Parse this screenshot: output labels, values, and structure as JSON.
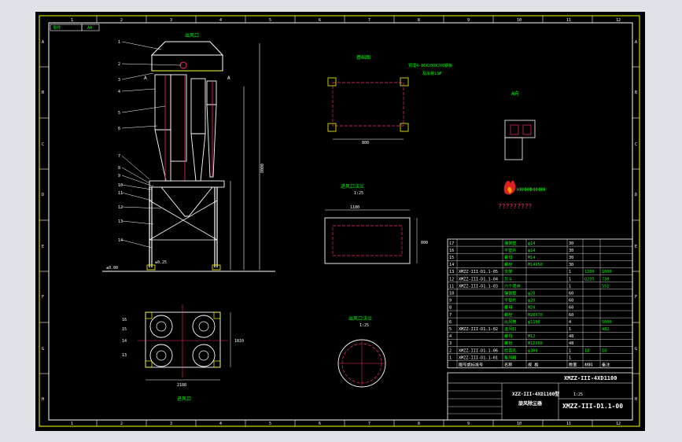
{
  "drawing": {
    "tab_label": "零件",
    "tab_value": "A4",
    "grid_numbers": [
      "1",
      "2",
      "3",
      "4",
      "5",
      "6",
      "7",
      "8",
      "9",
      "10",
      "11",
      "12"
    ],
    "grid_letters": [
      "A",
      "B",
      "C",
      "D",
      "E",
      "F",
      "G",
      "H"
    ]
  },
  "views": {
    "front": {
      "title": "出风口",
      "labels": [
        "1",
        "2",
        "3",
        "4",
        "5",
        "6",
        "7",
        "8",
        "9",
        "10",
        "11",
        "12",
        "13",
        "14"
      ],
      "section_mark": "A",
      "elev_top": "±0.25",
      "elev_base": "±0.00",
      "dim_height": "8000"
    },
    "foundation": {
      "title": "基础图",
      "note_line1": "预埋4-16X200X200钢板",
      "note_line2": "及吊装13#",
      "dim": "800"
    },
    "a_view": {
      "title": "A向"
    },
    "inlet": {
      "title": "进风口法兰",
      "scale": "1:25",
      "dim_a": "1180",
      "dim_b": "800"
    },
    "outlet": {
      "title": "出风口法兰",
      "scale": "1:25"
    },
    "plan": {
      "title": "进风口",
      "dims": [
        "1810",
        "2188"
      ],
      "labels": [
        "16",
        "15",
        "14",
        "13"
      ]
    }
  },
  "logo": {
    "caption": "?????????"
  },
  "bom": {
    "rows": [
      {
        "no": "17",
        "code": "",
        "name": "弹簧垫",
        "spec": "φ14",
        "qty": "30",
        "mat": "",
        "note": ""
      },
      {
        "no": "16",
        "code": "",
        "name": "平垫片",
        "spec": "φ14",
        "qty": "30",
        "mat": "",
        "note": ""
      },
      {
        "no": "15",
        "code": "",
        "name": "螺母",
        "spec": "M14",
        "qty": "30",
        "mat": "",
        "note": ""
      },
      {
        "no": "14",
        "code": "",
        "name": "螺栓",
        "spec": "M14X50",
        "qty": "30",
        "mat": "",
        "note": ""
      },
      {
        "no": "13",
        "code": "XMZZ-III-D1.1-05",
        "name": "支架",
        "spec": "",
        "qty": "1",
        "mat": "1200",
        "note": "1000"
      },
      {
        "no": "12",
        "code": "XMZZ-III-D1.1-04",
        "name": "灰斗",
        "spec": "",
        "qty": "1",
        "mat": "Q235",
        "note": "730"
      },
      {
        "no": "11",
        "code": "XMZZ-III-D1.1-03",
        "name": "六个简体",
        "spec": "",
        "qty": "1",
        "mat": "",
        "note": "551"
      },
      {
        "no": "10",
        "code": "",
        "name": "弹簧垫",
        "spec": "φ20",
        "qty": "60",
        "mat": "",
        "note": ""
      },
      {
        "no": "9",
        "code": "",
        "name": "平垫片",
        "spec": "φ20",
        "qty": "60",
        "mat": "",
        "note": ""
      },
      {
        "no": "8",
        "code": "",
        "name": "螺母",
        "spec": "M20",
        "qty": "60",
        "mat": "",
        "note": ""
      },
      {
        "no": "7",
        "code": "",
        "name": "螺栓",
        "spec": "M20X70",
        "qty": "60",
        "mat": "",
        "note": ""
      },
      {
        "no": "6",
        "code": "",
        "name": "出风筒",
        "spec": "φ1100",
        "qty": "4",
        "mat": "",
        "note": "5000"
      },
      {
        "no": "5",
        "code": "XMZZ-III-D1.1-02",
        "name": "进风口",
        "spec": "",
        "qty": "1",
        "mat": "",
        "note": "482"
      },
      {
        "no": "4",
        "code": "",
        "name": "螺母",
        "spec": "M12",
        "qty": "48",
        "mat": "",
        "note": ""
      },
      {
        "no": "3",
        "code": "",
        "name": "螺栓",
        "spec": "M12X50",
        "qty": "48",
        "mat": "",
        "note": ""
      },
      {
        "no": "2",
        "code": "XMZZ-III-D1.1-06",
        "name": "检查孔",
        "spec": "φ300",
        "qty": "1",
        "mat": "18",
        "note": "18"
      },
      {
        "no": "1",
        "code": "XMZZ-III-D1.1-01",
        "name": "集风箱",
        "spec": "",
        "qty": "1",
        "mat": "",
        "note": ""
      }
    ],
    "header": {
      "code": "图号或标准号",
      "name": "名称",
      "spec": "规 格",
      "mat": "材料",
      "note": "备注",
      "qty": "数量"
    }
  },
  "title_block": {
    "model": "XMZZ-III-4XD1100",
    "project": "XZZ-III-4XD1100型",
    "name": "旋风除尘器",
    "drawing_no": "XMZZ-III-D1.1-00",
    "scale": "1:25"
  }
}
